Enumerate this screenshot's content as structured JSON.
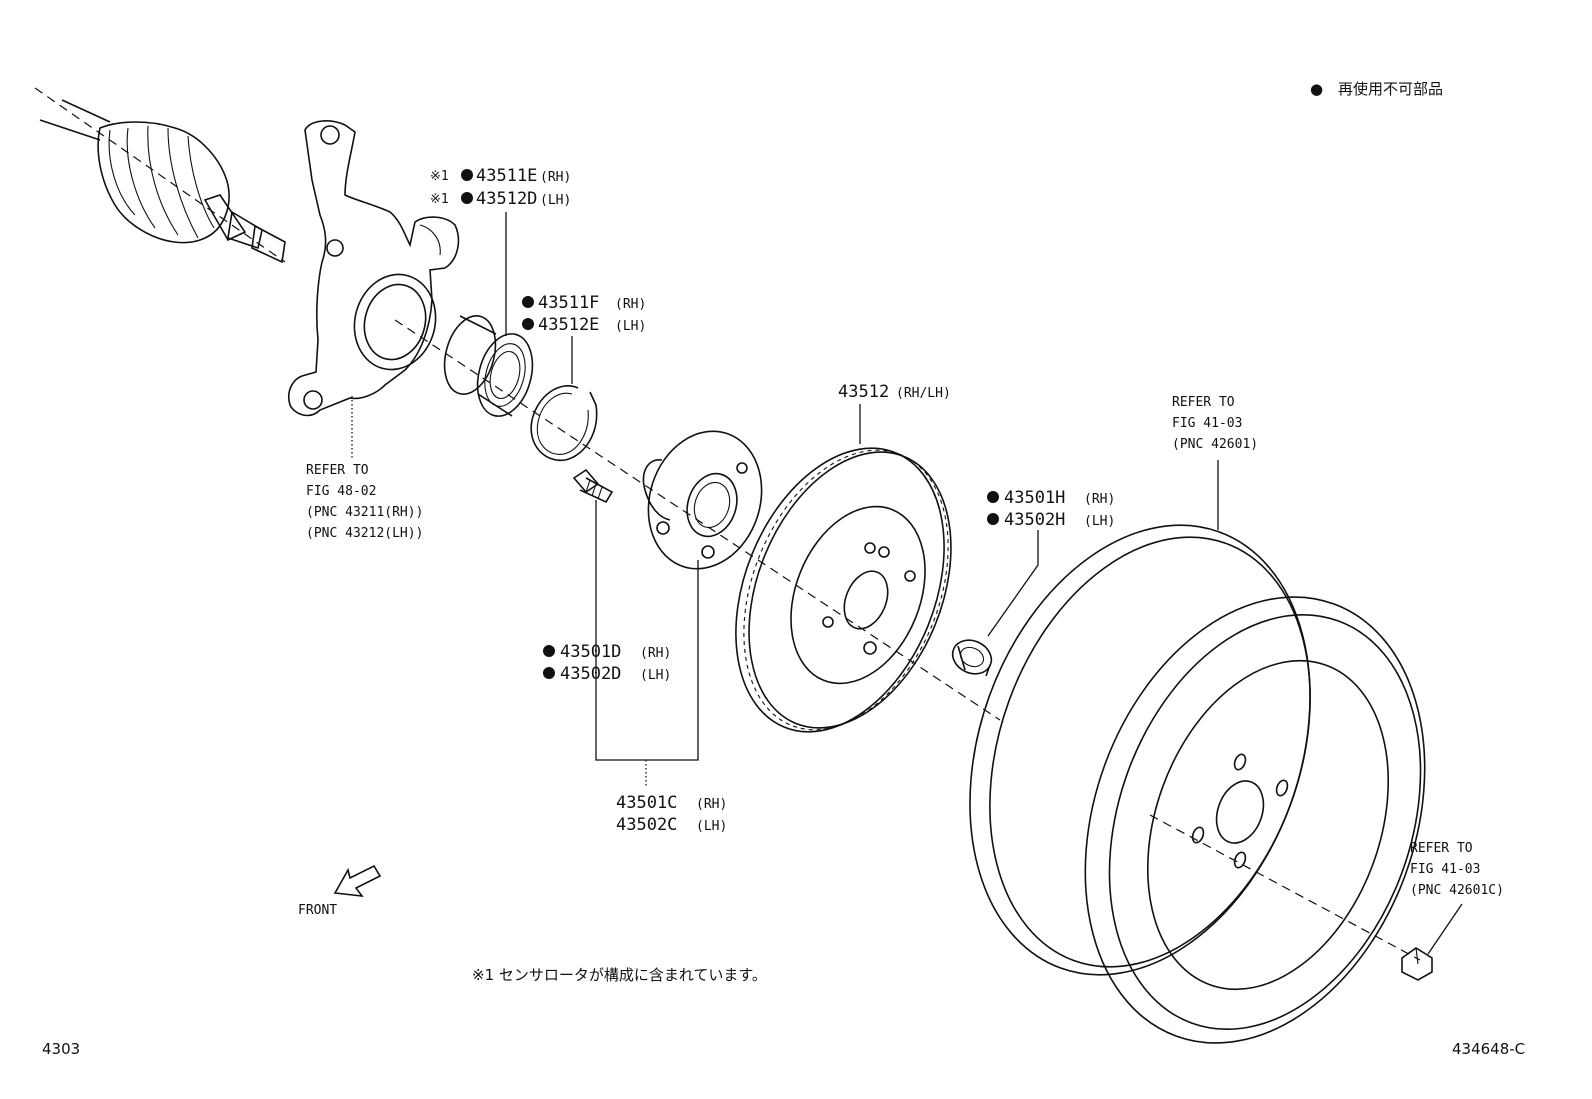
{
  "legend": {
    "symbol": "●",
    "text": "再使用不可部品"
  },
  "footnote": "※1 センサロータが構成に含まれています。",
  "figure_number": "4303",
  "illustration_code": "434648-C",
  "front_label": "FRONT",
  "labels": {
    "bearing": {
      "note": "※1",
      "rh_part": "43511E",
      "rh_side": "(RH)",
      "lh_part": "43512D",
      "lh_side": "(LH)"
    },
    "snap_ring": {
      "rh_part": "43511F",
      "rh_side": "(RH)",
      "lh_part": "43512E",
      "lh_side": "(LH)"
    },
    "knuckle_ref": {
      "line1": "REFER TO",
      "line2": "FIG 48-02",
      "line3": "(PNC 43211(RH))",
      "line4": "(PNC 43212(LH))"
    },
    "disc": {
      "part": "43512",
      "side": "(RH/LH)"
    },
    "wheel_ref": {
      "line1": "REFER TO",
      "line2": "FIG 41-03",
      "line3": "(PNC 42601)"
    },
    "hub_nut": {
      "rh_part": "43501H",
      "rh_side": "(RH)",
      "lh_part": "43502H",
      "lh_side": "(LH)"
    },
    "hub_bolt": {
      "rh_part": "43501D",
      "rh_side": "(RH)",
      "lh_part": "43502D",
      "lh_side": "(LH)"
    },
    "hub_assy": {
      "rh_part": "43501C",
      "rh_side": "(RH)",
      "lh_part": "43502C",
      "lh_side": "(LH)"
    },
    "wheel_nut_ref": {
      "line1": "REFER TO",
      "line2": "FIG 41-03",
      "line3": "(PNC 42601C)"
    }
  }
}
